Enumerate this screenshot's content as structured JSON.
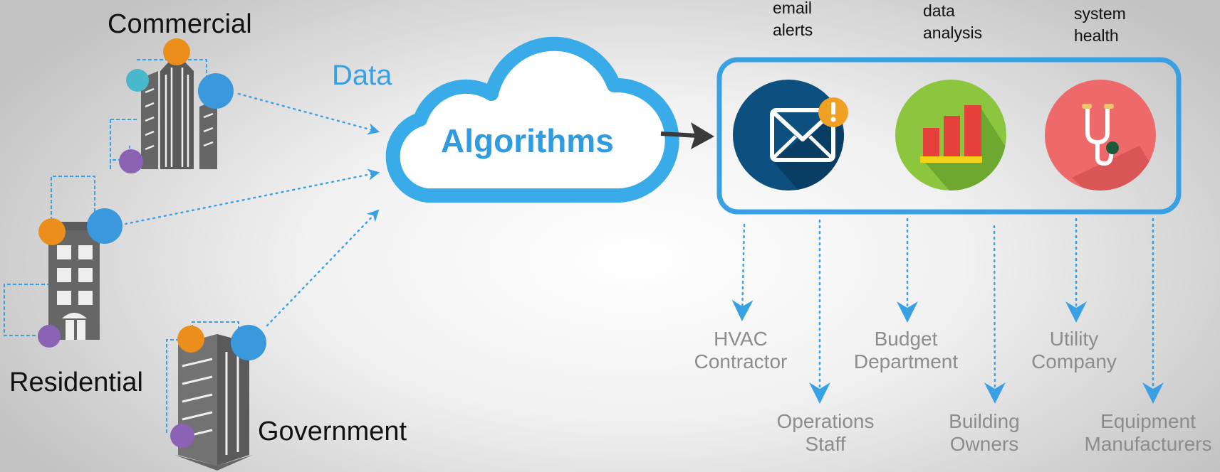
{
  "flow": {
    "data_label": "Data",
    "processor_label": "Algorithms"
  },
  "sources": {
    "commercial": "Commercial",
    "residential": "Residential",
    "government": "Government"
  },
  "services": {
    "email": "email\nalerts",
    "analysis": "data\nanalysis",
    "health": "system\nhealth"
  },
  "stakeholders": {
    "hvac": "HVAC\nContractor",
    "operations": "Operations\nStaff",
    "budget": "Budget\nDepartment",
    "owners": "Building\nOwners",
    "utility": "Utility\nCompany",
    "manufacturers": "Equipment\nManufacturers"
  },
  "colors": {
    "accent_blue": "#3aa0e4",
    "orange": "#ec8e1c",
    "purple": "#8c62b4",
    "teal": "#4ab8cc",
    "email_bg": "#0d4f7e",
    "analysis_bg": "#8cc63f",
    "health_bg": "#ee6a6a",
    "stakeholder_text": "#8c8c8c"
  },
  "icons": {
    "email": "envelope-alert-icon",
    "analysis": "bar-chart-icon",
    "health": "stethoscope-icon"
  }
}
